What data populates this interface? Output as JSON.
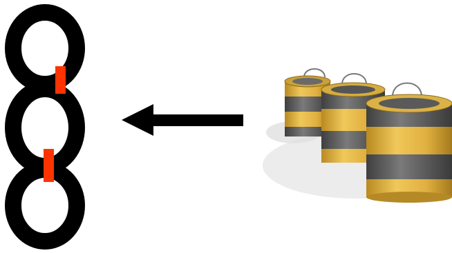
{
  "diagram": {
    "left_figure": {
      "name": "ring-chain",
      "ring_count": 3,
      "ring_color": "#000000",
      "link_marker_color": "#ff3300"
    },
    "arrow": {
      "direction": "left",
      "color": "#000000"
    },
    "right_figure": {
      "name": "stacked-tire-barrels",
      "barrel_count": 3,
      "band_colors": [
        "#d9a93a",
        "#5e5e5e"
      ]
    }
  }
}
